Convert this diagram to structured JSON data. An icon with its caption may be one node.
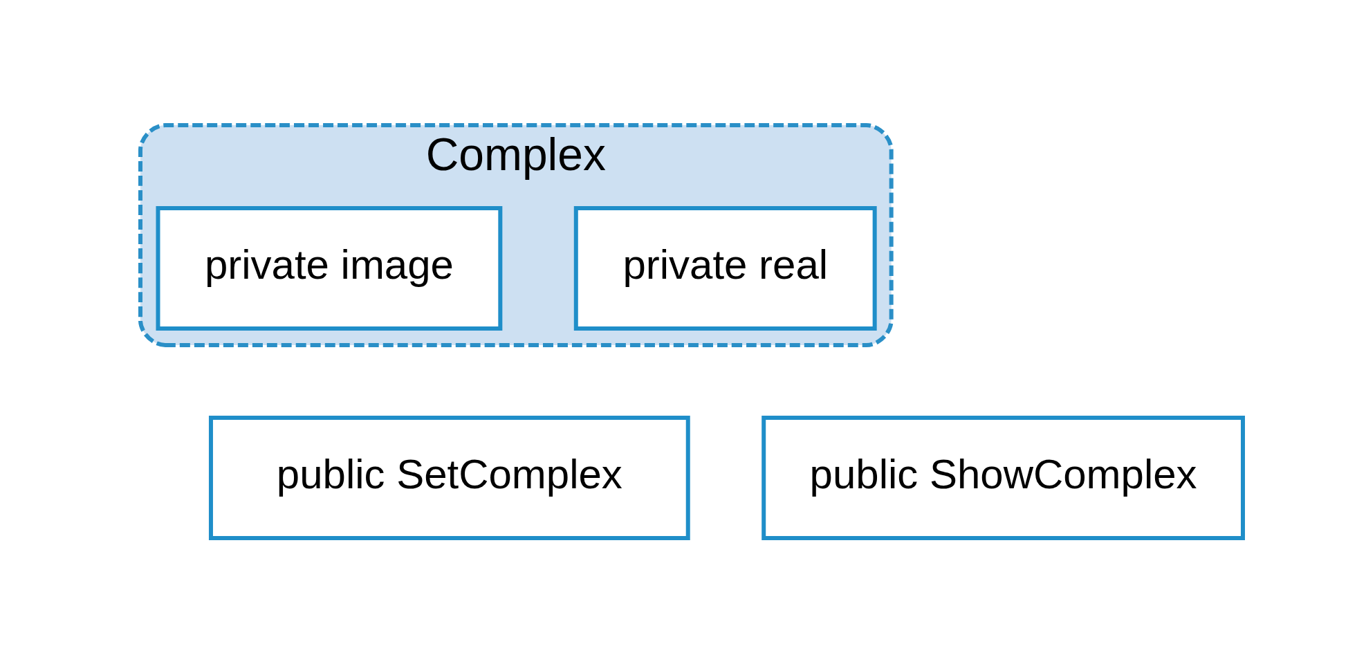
{
  "diagram": {
    "nodes": [
      {
        "text": [
          "Complex"
        ]
      },
      {
        "text": [
          "private real"
        ],
        "in": 0
      },
      {
        "text": [
          "private image"
        ],
        "in": 0
      },
      {
        "text": [
          "public SetComplex"
        ]
      },
      {
        "text": [
          "public ShowComplex"
        ]
      }
    ],
    "edges": []
  }
}
